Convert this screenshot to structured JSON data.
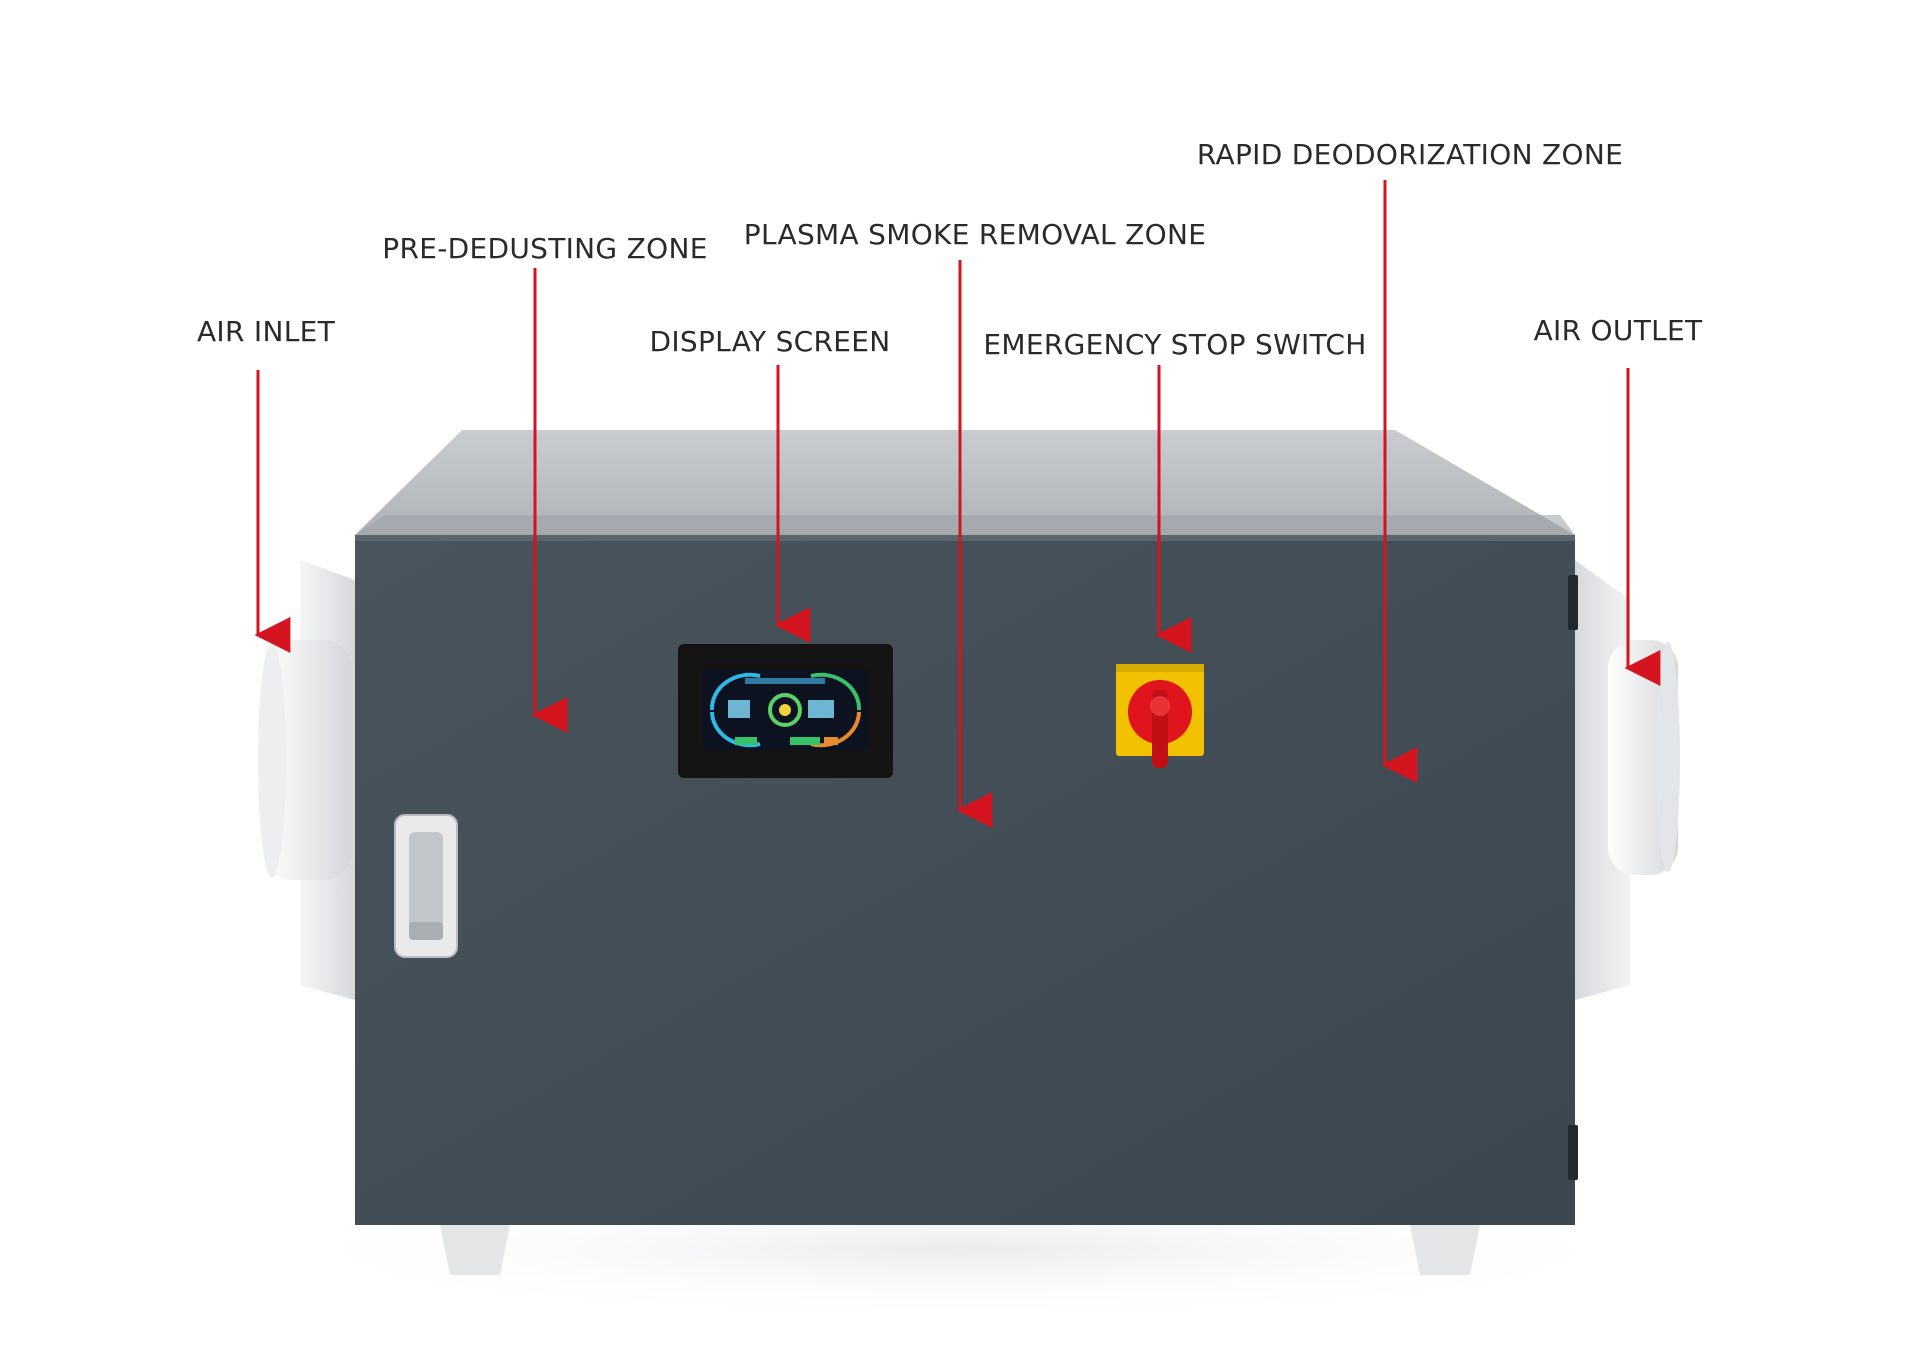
{
  "diagram": {
    "labels": {
      "air_inlet": "AIR INLET",
      "pre_dedusting_zone": "PRE-DEDUSTING ZONE",
      "display_screen": "DISPLAY SCREEN",
      "plasma_smoke_removal_zone": "PLASMA SMOKE REMOVAL ZONE",
      "emergency_stop_switch": "EMERGENCY STOP SWITCH",
      "rapid_deodorization_zone": "RAPID DEODORIZATION ZONE",
      "air_outlet": "AIR OUTLET"
    },
    "colors": {
      "leader_line": "#d4141e",
      "cabinet_front": "#454f57",
      "cabinet_top": "#bfc4c9",
      "housing": "#e4e6e8",
      "switch_base": "#f2c200",
      "switch_knob": "#e0141c",
      "screen_bezel": "#141414"
    }
  }
}
